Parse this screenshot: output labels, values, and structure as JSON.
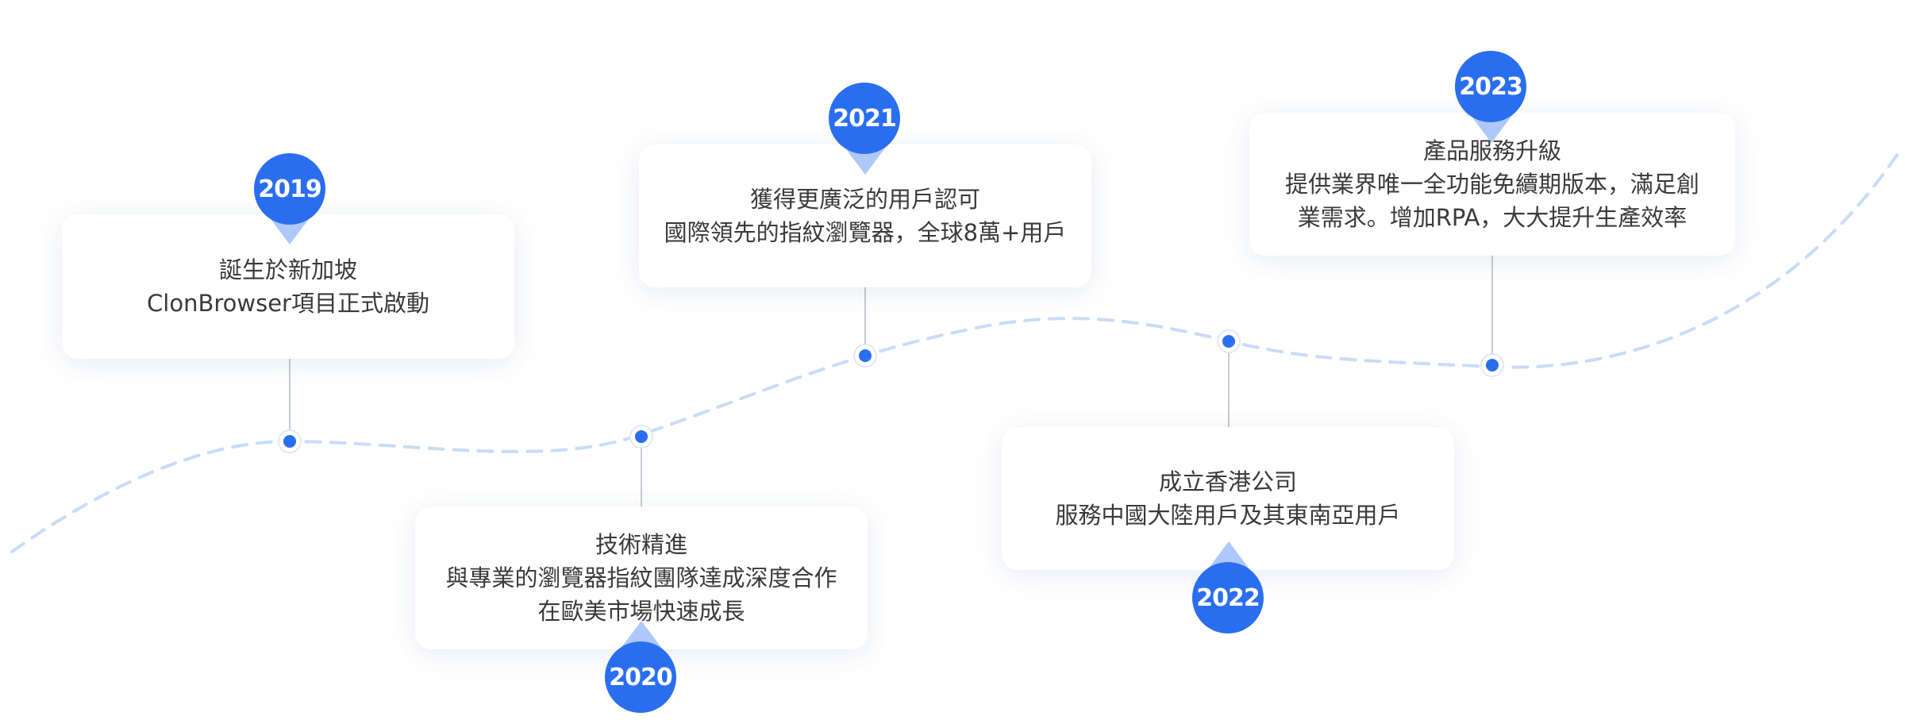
{
  "accent_color": "#2a6ef0",
  "curve_color": "#c9dcf7",
  "connector_color": "#c5cbd6",
  "milestones": [
    {
      "year": "2019",
      "lines": [
        "誕生於新加坡",
        "ClonBrowser項目正式啟動"
      ]
    },
    {
      "year": "2020",
      "lines": [
        "技術精進",
        "與專業的瀏覽器指紋團隊達成深度合作",
        "在歐美市場快速成長"
      ]
    },
    {
      "year": "2021",
      "lines": [
        "獲得更廣泛的用戶認可",
        "國際領先的指紋瀏覽器，全球8萬+用戶"
      ]
    },
    {
      "year": "2022",
      "lines": [
        "成立香港公司",
        "服務中國大陸用戶及其東南亞用戶"
      ]
    },
    {
      "year": "2023",
      "lines": [
        "產品服務升級",
        "提供業界唯一全功能免續期版本，滿足創",
        "業需求。增加RPA，大大提升生產效率"
      ]
    }
  ]
}
